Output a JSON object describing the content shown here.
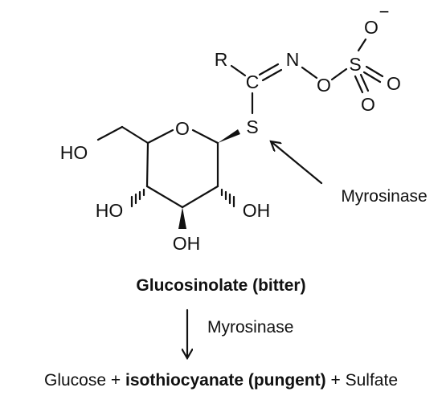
{
  "structure": {
    "atoms": {
      "r": "R",
      "c": "C",
      "n": "N",
      "o_link": "O",
      "s_sulfate": "S",
      "o_top": "O",
      "o_right": "O",
      "o_bottom": "O",
      "charge": "−",
      "s_thio": "S",
      "o_ring": "O",
      "ho_6": "HO",
      "ho_4": "HO",
      "oh_2": "OH",
      "oh_3": "OH"
    },
    "enzyme_label": "Myrosinase"
  },
  "reaction": {
    "substrate_name": "Glucosinolate (bitter)",
    "enzyme_label": "Myrosinase",
    "products": {
      "glucose": "Glucose",
      "plus_1": "+",
      "isothiocyanate": "isothiocyanate (pungent)",
      "plus_2": "+",
      "sulfate": "Sulfate"
    }
  }
}
